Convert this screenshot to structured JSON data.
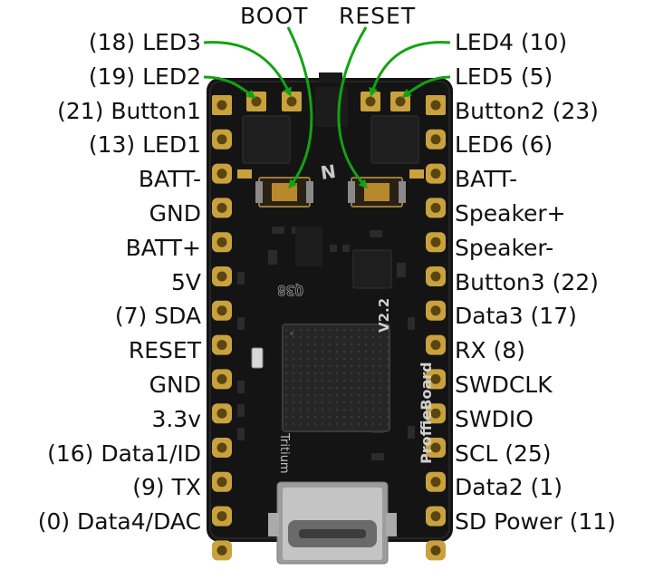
{
  "board": {
    "silkscreen_brand": "ProffieBoard",
    "silkscreen_version": "V2.2",
    "silkscreen_maker": "Tritium",
    "silkscreen_code": "Q38",
    "logo_letter": "N"
  },
  "top_labels": {
    "boot": "BOOT",
    "reset": "RESET"
  },
  "left_pins": [
    "(18) LED3",
    "(19) LED2",
    "(21) Button1",
    "(13) LED1",
    "BATT-",
    "GND",
    "BATT+",
    "5V",
    "(7) SDA",
    "RESET",
    "GND",
    "3.3v",
    "(16) Data1/ID",
    "(9) TX",
    "(0) Data4/DAC"
  ],
  "right_pins": [
    "LED4 (10)",
    "LED5 (5)",
    "Button2 (23)",
    "LED6 (6)",
    "BATT-",
    "Speaker+",
    "Speaker-",
    "Button3 (22)",
    "Data3 (17)",
    "RX (8)",
    "SWDCLK",
    "SWDIO",
    "SCL (25)",
    "Data2 (1)",
    "SD Power (11)"
  ],
  "colors": {
    "pcb": "#141414",
    "pad_gold": "#c9a23e",
    "pad_dark": "#5a4510",
    "arrow": "#12a312",
    "chip": "#2a2a2a",
    "connector": "#b8b8b8"
  }
}
